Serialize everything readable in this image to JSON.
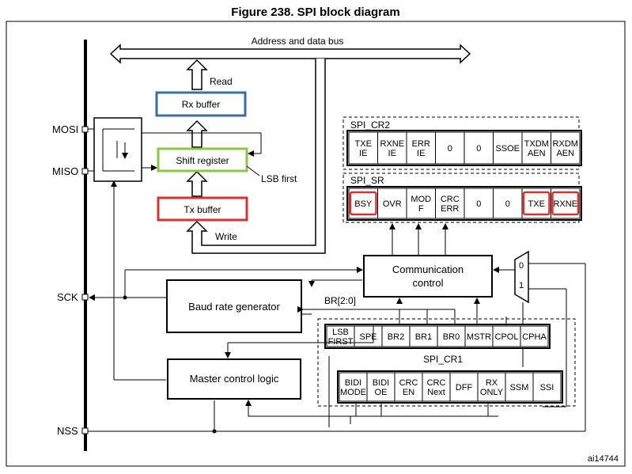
{
  "title": "Figure 238. SPI block diagram",
  "bus_label": "Address and data bus",
  "read_label": "Read",
  "write_label": "Write",
  "lsb_first_label": "LSB first",
  "rx_buffer": "Rx buffer",
  "shift_register": "Shift register",
  "tx_buffer": "Tx buffer",
  "pins": {
    "mosi": "MOSI",
    "miso": "MISO",
    "sck": "SCK",
    "nss": "NSS"
  },
  "spi_cr2": {
    "title": "SPI_CR2",
    "cells": [
      [
        "TXE",
        "IE"
      ],
      [
        "RXNE",
        "IE"
      ],
      [
        "ERR",
        "IE"
      ],
      [
        "0"
      ],
      [
        "0"
      ],
      [
        "SSOE"
      ],
      [
        "TXDM",
        "AEN"
      ],
      [
        "RXDM",
        "AEN"
      ]
    ]
  },
  "spi_sr": {
    "title": "SPI_SR",
    "cells": [
      [
        "BSY"
      ],
      [
        "OVR"
      ],
      [
        "MOD",
        "F"
      ],
      [
        "CRC",
        "ERR"
      ],
      [
        "0"
      ],
      [
        "0"
      ],
      [
        "TXE"
      ],
      [
        "RXNE"
      ]
    ],
    "highlighted": [
      "BSY",
      "TXE",
      "RXNE"
    ]
  },
  "communication_control": [
    "Communication",
    "control"
  ],
  "mux_labels": [
    "0",
    "1"
  ],
  "baud_rate_generator": "Baud rate generator",
  "br_label": "BR[2:0]",
  "master_control_logic": "Master control logic",
  "spi_cr1": {
    "title": "SPI_CR1",
    "row1": [
      [
        "LSB",
        "FIRST"
      ],
      [
        "SPE"
      ],
      [
        "BR2"
      ],
      [
        "BR1"
      ],
      [
        "BR0"
      ],
      [
        "MSTR"
      ],
      [
        "CPOL"
      ],
      [
        "CPHA"
      ]
    ],
    "row2": [
      [
        "BIDI",
        "MODE"
      ],
      [
        "BIDI",
        "OE"
      ],
      [
        "CRC",
        "EN"
      ],
      [
        "CRC",
        "Next"
      ],
      [
        "DFF"
      ],
      [
        "RX",
        "ONLY"
      ],
      [
        "SSM"
      ],
      [
        "SSI"
      ]
    ]
  },
  "figure_id": "ai14744"
}
